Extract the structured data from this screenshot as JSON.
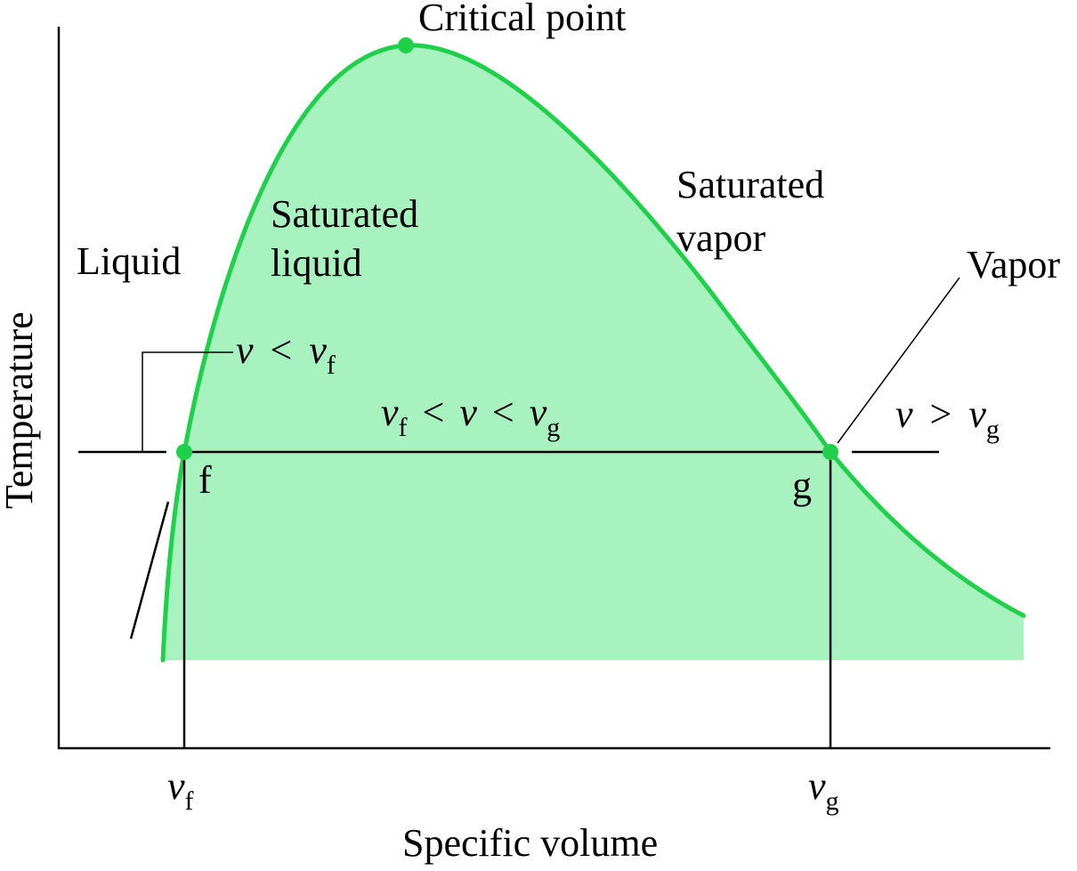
{
  "title": "",
  "axes": {
    "x_label": "Specific volume",
    "y_label": "Temperature",
    "x_ticks": [
      {
        "base": "v",
        "sub": "f"
      },
      {
        "base": "v",
        "sub": "g"
      }
    ]
  },
  "labels": {
    "critical_point": "Critical point",
    "liquid": "Liquid",
    "saturated_liquid_1": "Saturated",
    "saturated_liquid_2": "liquid",
    "saturated_vapor_1": "Saturated",
    "saturated_vapor_2": "vapor",
    "vapor": "Vapor",
    "point_f": "f",
    "point_g": "g"
  },
  "conditions": {
    "liquid": {
      "a": "v",
      "op": "<",
      "b": "v",
      "b_sub": "f"
    },
    "mixture": {
      "a": "v",
      "a_sub": "f",
      "op1": "<",
      "mid": "v",
      "op2": "<",
      "b": "v",
      "b_sub": "g"
    },
    "vapor": {
      "a": "v",
      "op": ">",
      "b": "v",
      "b_sub": "g"
    }
  },
  "colors": {
    "dome_fill": "#a8f2c0",
    "dome_curve": "#1fd14a",
    "points": "#1fd14a",
    "lines": "#000000"
  }
}
